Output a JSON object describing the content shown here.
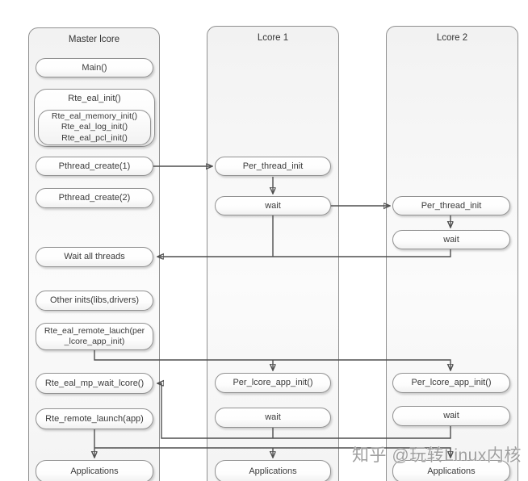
{
  "columns": [
    {
      "title": "Master lcore"
    },
    {
      "title": "Lcore 1"
    },
    {
      "title": "Lcore 2"
    }
  ],
  "master": {
    "main": "Main()",
    "eal_init": "Rte_eal_init()",
    "eal_init_steps": [
      "Rte_eal_memory_init()",
      "Rte_eal_log_init()",
      "Rte_eal_pcl_init()"
    ],
    "pthread_create_1": "Pthread_create(1)",
    "pthread_create_2": "Pthread_create(2)",
    "wait_all_threads": "Wait all threads",
    "other_inits": "Other inits(libs,drivers)",
    "remote_lauch_per_lcore": "Rte_eal_remote_lauch(per_lcore_app_init)",
    "mp_wait_lcore": "Rte_eal_mp_wait_lcore()",
    "remote_launch_app": "Rte_remote_launch(app)",
    "applications": "Applications"
  },
  "lcore1": {
    "per_thread_init": "Per_thread_init",
    "wait_after_thread_init": "wait",
    "per_lcore_app_init": "Per_lcore_app_init()",
    "wait_after_app_init": "wait",
    "applications": "Applications"
  },
  "lcore2": {
    "per_thread_init": "Per_thread_init",
    "wait_after_thread_init": "wait",
    "per_lcore_app_init": "Per_lcore_app_init()",
    "wait_after_app_init": "wait",
    "applications": "Applications"
  },
  "watermark": "知乎 @玩转Linux内核",
  "colors": {
    "panel_fill": "#f5f5f5",
    "panel_border": "#8f8f8f",
    "node_fill": "#ffffff",
    "node_border": "#919191",
    "arrow": "#4f4f4f",
    "text": "#333333",
    "watermark": "#8a8a8a"
  }
}
